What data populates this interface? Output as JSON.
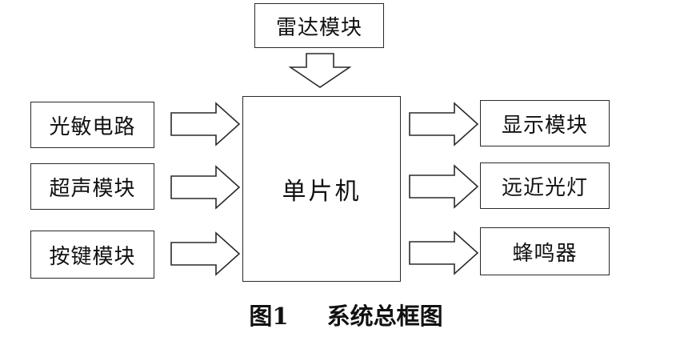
{
  "diagram": {
    "center": {
      "label": "单片机"
    },
    "top": {
      "label": "雷达模块"
    },
    "inputs": [
      {
        "label": "光敏电路"
      },
      {
        "label": "超声模块"
      },
      {
        "label": "按键模块"
      }
    ],
    "outputs": [
      {
        "label": "显示模块"
      },
      {
        "label": "远近光灯"
      },
      {
        "label": "蜂鸣器"
      }
    ]
  },
  "caption": {
    "figure_no": "图1",
    "title": "系统总框图"
  }
}
